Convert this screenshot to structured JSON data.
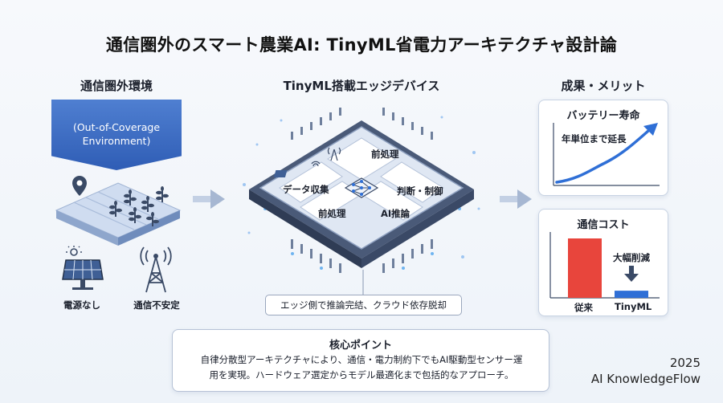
{
  "title": "通信圏外のスマート農業AI: TinyML省電力アーキテクチャ設計論",
  "left": {
    "heading": "通信圏外環境",
    "banner_line1": "(Out-of-Coverage",
    "banner_line2": "Environment)",
    "no_power_label": "電源なし",
    "unstable_label": "通信不安定"
  },
  "center": {
    "heading": "TinyML搭載エッジデバイス",
    "data_collection": "データ収集",
    "preprocess_top": "前処理",
    "judgment_control": "判断・制御",
    "preprocess_bottom": "前処理",
    "ai_inference": "AI推論",
    "caption": "エッジ側で推論完結、クラウド依存脱却"
  },
  "right": {
    "heading": "成果・メリット",
    "battery_title": "バッテリー寿命",
    "battery_note": "年単位まで延長",
    "comm_title": "通信コスト",
    "comm_note": "大幅削減",
    "bar_before_label": "従来",
    "bar_after_label": "TinyML"
  },
  "chart_data": [
    {
      "type": "line",
      "title": "バッテリー寿命",
      "annotation": "年単位まで延長",
      "trend": "increasing"
    },
    {
      "type": "bar",
      "title": "通信コスト",
      "categories": [
        "従来",
        "TinyML"
      ],
      "values": [
        100,
        12
      ],
      "annotation": "大幅削減"
    }
  ],
  "key_point": {
    "title": "核心ポイント",
    "line1": "自律分散型アーキテクチャにより、通信・電力制約下でもAI駆動型センサー運",
    "line2": "用を実現。ハードウェア選定からモデル最適化まで包括的なアプローチ。"
  },
  "footer": {
    "year": "2025",
    "brand": "AI KnowledgeFlow"
  },
  "colors": {
    "accent_blue": "#2f6fd6",
    "bar_red": "#e8453c",
    "bar_blue": "#2f6fd6",
    "chip_dark": "#3a4a66"
  }
}
